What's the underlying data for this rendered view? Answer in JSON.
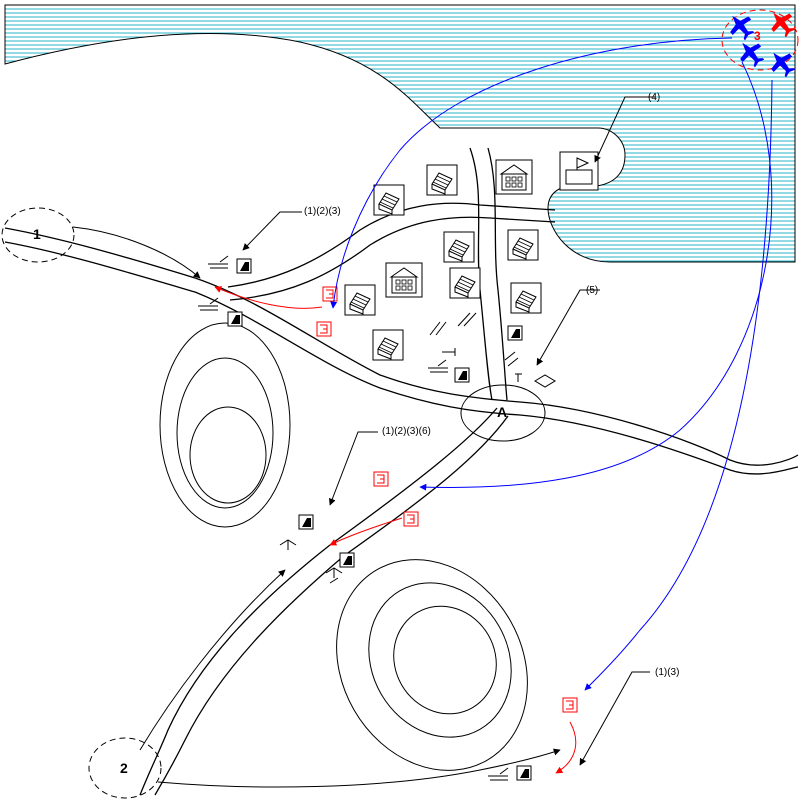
{
  "labels": {
    "point_1": "1",
    "point_2": "2",
    "point_3": "3",
    "point_a": "A",
    "callout_4": "(4)",
    "callout_5": "(5)",
    "callout_123": "(1)(2)(3)",
    "callout_1236": "(1)(2)(3)(6)",
    "callout_13": "(1)(3)"
  },
  "icons": {
    "building": "house-icon",
    "admin_building": "large-building-icon",
    "flag": "flag-icon",
    "unit": "unit-marker-icon",
    "obstacle": "obstacle-icon",
    "aircraft": "aircraft-icon",
    "target": "target-box-icon"
  },
  "colors": {
    "water": "#2ab6c8",
    "friendly": "#0000ff",
    "enemy": "#ff0000",
    "line": "#000000"
  }
}
